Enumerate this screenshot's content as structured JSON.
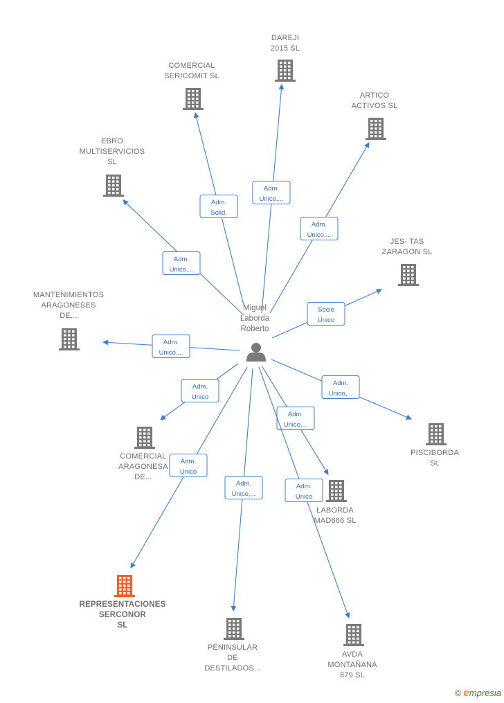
{
  "center": {
    "name_lines": [
      "Miguel",
      "Laborda",
      "Roberto"
    ],
    "icon": "person-icon"
  },
  "companies": [
    {
      "id": "dareji",
      "lines": [
        "DAREJI",
        "2015  SL"
      ],
      "icon": "building-icon",
      "highlight": false,
      "role_lines": [
        "Adm.",
        "Unico,..."
      ]
    },
    {
      "id": "comercial-sericomit",
      "lines": [
        "COMERCIAL",
        "SERICOMIT  SL"
      ],
      "icon": "building-icon",
      "highlight": false,
      "role_lines": [
        "Adm.",
        "Solid."
      ]
    },
    {
      "id": "artico-activos",
      "lines": [
        "ARTICO",
        "ACTIVOS  SL"
      ],
      "icon": "building-icon",
      "highlight": false,
      "role_lines": [
        "Adm.",
        "Unico,..."
      ]
    },
    {
      "id": "ebro-multiservicios",
      "lines": [
        "EBRO",
        "MULTISERVICIOS",
        "SL"
      ],
      "icon": "building-icon",
      "highlight": false,
      "role_lines": [
        "Adm.",
        "Unico,..."
      ]
    },
    {
      "id": "jes-tas-zaragon",
      "lines": [
        "JES- TAS",
        "ZARAGON  SL"
      ],
      "icon": "building-icon",
      "highlight": false,
      "role_lines": [
        "Socio",
        "Único"
      ]
    },
    {
      "id": "mantenimientos-aragoneses",
      "lines": [
        "MANTENIMIENTOS",
        "ARAGONESES",
        "DE..."
      ],
      "icon": "building-icon",
      "highlight": false,
      "role_lines": [
        "Adm.",
        "Unico,..."
      ]
    },
    {
      "id": "comercial-aragonesa",
      "lines": [
        "COMERCIAL",
        "ARAGONESA",
        "DE..."
      ],
      "icon": "building-icon",
      "highlight": false,
      "role_lines": [
        "Adm.",
        "Unico"
      ]
    },
    {
      "id": "pisciborda",
      "lines": [
        "PISCIBORDA",
        "SL"
      ],
      "icon": "building-icon",
      "highlight": false,
      "role_lines": [
        "Adm.",
        "Unico,..."
      ]
    },
    {
      "id": "laborda-mad666",
      "lines": [
        "LABORDA",
        "MAD666  SL"
      ],
      "icon": "building-icon",
      "highlight": false,
      "role_lines": [
        "Adm.",
        "Unico,..."
      ]
    },
    {
      "id": "representaciones-serconor",
      "lines": [
        "REPRESENTACIONES",
        "SERCONOR",
        "SL"
      ],
      "icon": "building-icon",
      "highlight": true,
      "role_lines": [
        "Adm.",
        "Unico"
      ]
    },
    {
      "id": "peninsular-destilados",
      "lines": [
        "PENINSULAR",
        "DE",
        "DESTILADOS..."
      ],
      "icon": "building-icon",
      "highlight": false,
      "role_lines": [
        "Adm.",
        "Unico,..."
      ]
    },
    {
      "id": "avda-montanana",
      "lines": [
        "AVDA",
        "MONTAÑANA",
        "879 SL"
      ],
      "icon": "building-icon",
      "highlight": false,
      "role_lines": [
        "Adm.",
        "Unico"
      ]
    }
  ],
  "colors": {
    "edge": "#3a7fd6",
    "building": "#7a7a7a",
    "building_highlight": "#f0602a",
    "label": "#6f6f6f"
  },
  "footer": {
    "copyright": "©",
    "brand_initial": "e",
    "brand_rest": "mpresia"
  }
}
